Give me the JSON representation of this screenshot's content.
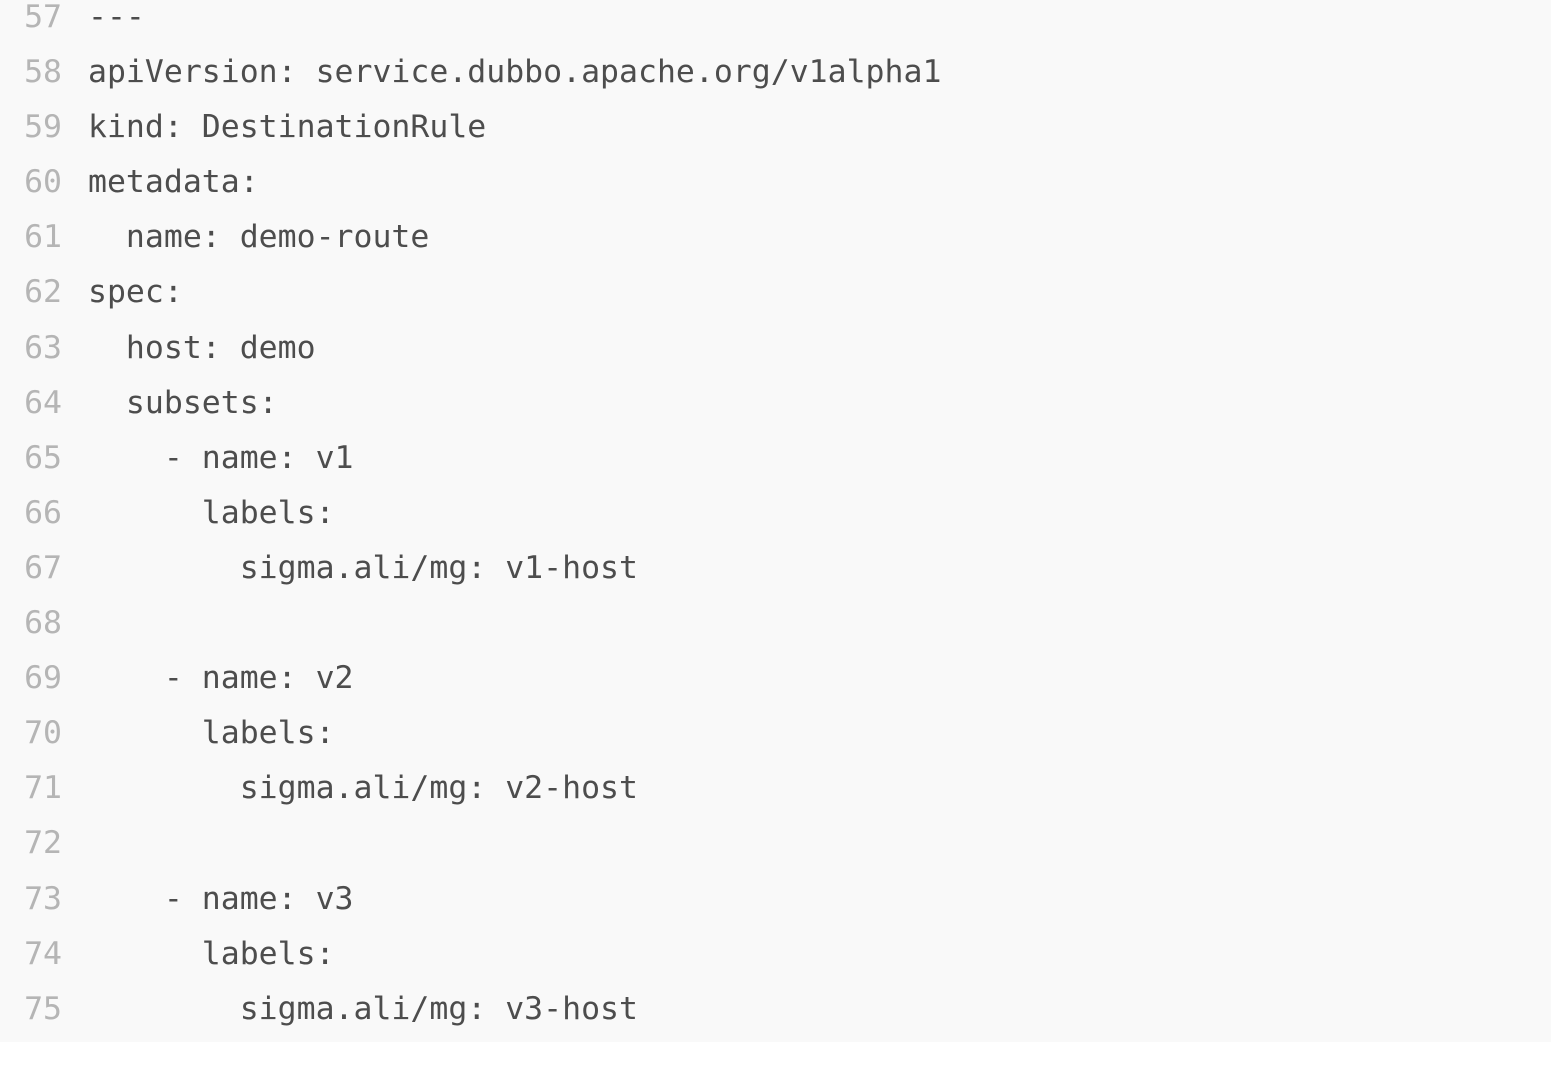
{
  "code_viewer": {
    "language": "yaml",
    "colors": {
      "background": "#f9f9f9",
      "code_text": "#4d4d4d",
      "line_number": "#b5b5b5"
    },
    "lines": [
      {
        "number": "57",
        "code": "---"
      },
      {
        "number": "58",
        "code": "apiVersion: service.dubbo.apache.org/v1alpha1"
      },
      {
        "number": "59",
        "code": "kind: DestinationRule"
      },
      {
        "number": "60",
        "code": "metadata:"
      },
      {
        "number": "61",
        "code": "  name: demo-route"
      },
      {
        "number": "62",
        "code": "spec:"
      },
      {
        "number": "63",
        "code": "  host: demo"
      },
      {
        "number": "64",
        "code": "  subsets:"
      },
      {
        "number": "65",
        "code": "    - name: v1"
      },
      {
        "number": "66",
        "code": "      labels:"
      },
      {
        "number": "67",
        "code": "        sigma.ali/mg: v1-host"
      },
      {
        "number": "68",
        "code": ""
      },
      {
        "number": "69",
        "code": "    - name: v2"
      },
      {
        "number": "70",
        "code": "      labels:"
      },
      {
        "number": "71",
        "code": "        sigma.ali/mg: v2-host"
      },
      {
        "number": "72",
        "code": ""
      },
      {
        "number": "73",
        "code": "    - name: v3"
      },
      {
        "number": "74",
        "code": "      labels:"
      },
      {
        "number": "75",
        "code": "        sigma.ali/mg: v3-host"
      }
    ]
  }
}
